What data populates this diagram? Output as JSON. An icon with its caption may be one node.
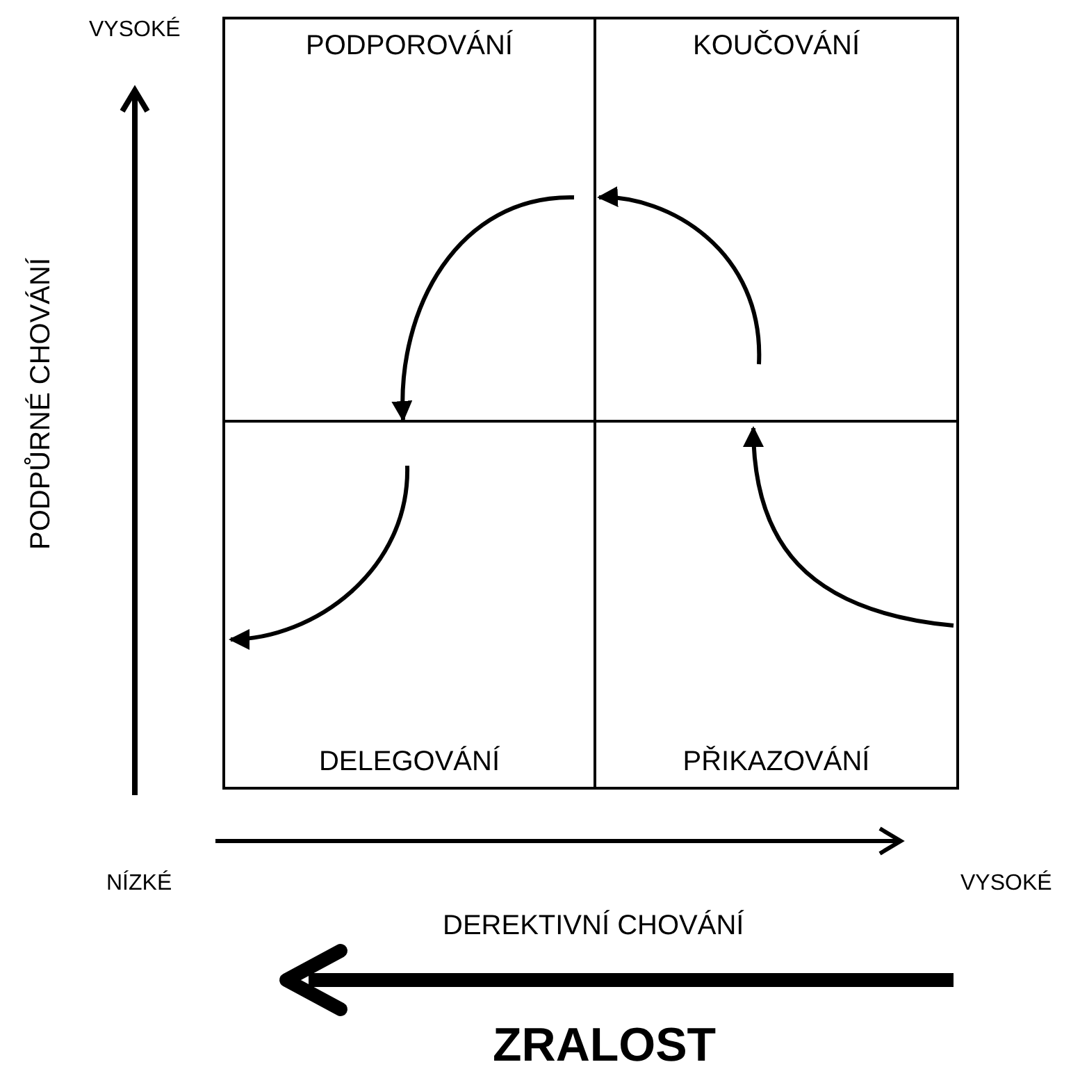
{
  "diagram": {
    "nodes": [
      {
        "text": [
          "PODPOROVÁNÍ"
        ]
      },
      {
        "text": [
          "KOUČOVÁNÍ"
        ]
      },
      {
        "text": [
          "DELEGOVÁNÍ"
        ]
      },
      {
        "text": [
          "PŘIKAZOVÁNÍ"
        ]
      }
    ],
    "edges": [
      {
        "from": 3,
        "to": 1,
        "arrow": "to"
      },
      {
        "from": 1,
        "to": 0,
        "arrow": "to"
      },
      {
        "from": 0,
        "to": 2,
        "arrow": "to"
      },
      {
        "from": null,
        "to": 2,
        "arrow": "to"
      }
    ],
    "labels": [
      "VYSOKÉ",
      "PODPŮRNÉ CHOVÁNÍ",
      "NÍZKÉ",
      "VYSOKÉ",
      "DEREKTIVNÍ CHOVÁNÍ",
      "ZRALOST"
    ]
  }
}
